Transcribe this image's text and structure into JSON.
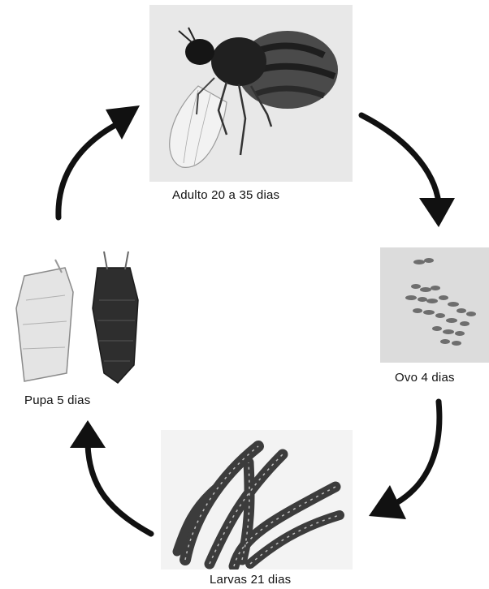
{
  "stages": {
    "adult": {
      "label": "Adulto 20 a 35 dias",
      "image": "adult-fly-photo"
    },
    "egg": {
      "label": "Ovo 4 dias",
      "image": "egg-cluster-photo"
    },
    "larva": {
      "label": "Larvas 21 dias",
      "image": "larvae-photo"
    },
    "pupa": {
      "label": "Pupa 5 dias",
      "image": "pupae-photo"
    }
  },
  "cycle_order": [
    "adult",
    "egg",
    "larva",
    "pupa"
  ],
  "colors": {
    "arrow": "#111111",
    "photo_background": "#e6e6e6",
    "subject_dark": "#2b2b2b"
  }
}
